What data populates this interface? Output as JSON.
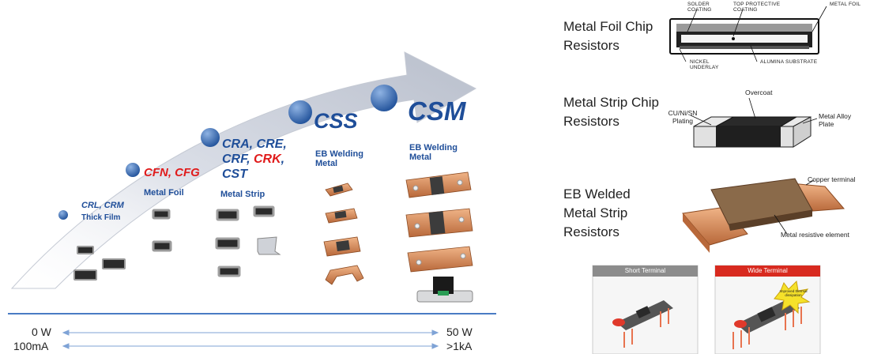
{
  "progression": {
    "stages": [
      {
        "lines": [
          [
            {
              "t": "CRL, CRM",
              "c": "blue"
            }
          ]
        ],
        "sub": "Thick Film"
      },
      {
        "lines": [
          [
            {
              "t": "CFN, CFG",
              "c": "red"
            }
          ]
        ],
        "sub": "Metal Foil"
      },
      {
        "lines": [
          [
            {
              "t": "CRA, CRE,",
              "c": "blue"
            }
          ],
          [
            {
              "t": "CRF, ",
              "c": "blue"
            },
            {
              "t": "CRK",
              "c": "red"
            },
            {
              "t": ",",
              "c": "blue"
            }
          ],
          [
            {
              "t": "CST",
              "c": "blue"
            }
          ]
        ],
        "sub": "Metal Strip"
      },
      {
        "lines": [
          [
            {
              "t": "CSS",
              "c": "blue"
            }
          ]
        ],
        "sub": "EB Welding Metal"
      },
      {
        "lines": [
          [
            {
              "t": "CSM",
              "c": "blue"
            }
          ]
        ],
        "sub": "EB Welding Metal"
      }
    ],
    "power_min": "0 W",
    "power_max": "50 W",
    "current_min": "100mA",
    "current_max": ">1kA"
  },
  "types": {
    "foil": {
      "title": "Metal Foil Chip Resistors",
      "callouts": [
        "SOLDER COATING",
        "TOP PROTECTIVE COATING",
        "METAL FOIL",
        "NICKEL UNDERLAY",
        "ALUMINA SUBSTRATE"
      ]
    },
    "strip": {
      "title": "Metal Strip Chip Resistors",
      "callouts": [
        "Overcoat",
        "CU/Ni/SN Plating",
        "Metal Alloy Plate"
      ]
    },
    "eb": {
      "title": "EB Welded Metal Strip Resistors",
      "callouts": [
        "Copper terminal",
        "Metal resistive element"
      ]
    }
  },
  "terminals": {
    "short": "Short Terminal",
    "wide": "Wide Terminal",
    "burst": "Improved thermal dissipation"
  },
  "colors": {
    "brand_blue": "#1f4e99",
    "highlight_red": "#e01b1b",
    "copper": "#d98a55"
  }
}
